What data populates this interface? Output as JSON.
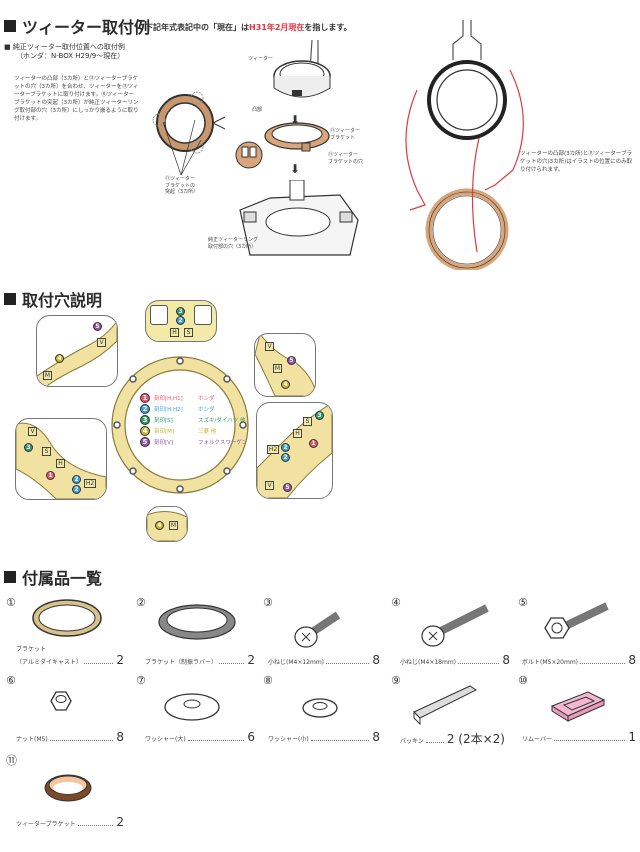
{
  "section1": {
    "title": "ツィーター取付例",
    "note_prefix": "下記年式表記中の「現在」は",
    "note_highlight": "H31年2月現在",
    "note_suffix": "を指します。",
    "subheading_line1": "■ 純正ツィーター取付位置への取付例",
    "subheading_line2": "（ホンダ：N-BOX H29/9〜現在）",
    "description": "ツィーターの凸部（3カ所）と⑪ツィーターブラケットの穴（3カ所）を合わせ、ツィーターを⑪ツィーターブラケットに取り付けます。⑪ツィーターブラケットの突起（3カ所）が純正ツィーターリング取付部の穴（3カ所）にしっかり嵌るように取り付けます。",
    "labels": {
      "tweeter": "ツィーター",
      "convex": "凸部",
      "bracket": "⑪ツィーター\nブラケット",
      "bracket_hole": "⑪ツィーター\nブラケットの穴",
      "bracket_protrusion": "⑪ツィーター\nブラケットの\n突起（3カ所）",
      "ring_hole": "純正ツィーターリング\n取付部の穴（3カ所）"
    },
    "right_note": "ツィーターの凸部(3カ所)と⑪ツィーターブラケットの穴(3カ所)はイラストの位置にのみ取り付けられます。",
    "colors": {
      "highlight": "#e8313e",
      "bracket": "#d9a57a",
      "arrow": "#e03a3a"
    }
  },
  "section2": {
    "title": "取付穴説明",
    "legend": [
      {
        "num": "1",
        "code": "刻印[H,H1]",
        "maker": "ホンダ",
        "color": "#e8566b"
      },
      {
        "num": "2",
        "code": "刻印[H,H2]",
        "maker": "ホンダ",
        "color": "#3aa0d8"
      },
      {
        "num": "3",
        "code": "刻印[S]",
        "maker": "スズキ/ダイハツ 他",
        "color": "#2f9a6a"
      },
      {
        "num": "4",
        "code": "刻印[M]",
        "maker": "三菱 他",
        "color": "#c9b52a"
      },
      {
        "num": "5",
        "code": "刻印[V]",
        "maker": "フォルクスワーゲン",
        "color": "#9a4fb0"
      }
    ],
    "stamps": {
      "H": "H",
      "S": "S",
      "V": "V",
      "M": "M",
      "H2": "H2"
    },
    "colors": {
      "ring": "#f1e2a2",
      "ring_stroke": "#8a7a3a"
    }
  },
  "section3": {
    "title": "付属品一覧",
    "items": [
      {
        "num": "①",
        "name_line1": "ブラケット",
        "name_line2": "（アルミダイキャスト）",
        "qty": "2"
      },
      {
        "num": "②",
        "name_line1": "ブラケット（制振ラバー）",
        "qty": "2"
      },
      {
        "num": "③",
        "name_line1": "小ねじ(M4×12mm)",
        "qty": "8"
      },
      {
        "num": "④",
        "name_line1": "小ねじ(M4×18mm)",
        "qty": "8"
      },
      {
        "num": "⑤",
        "name_line1": "ボルト(M5×20mm)",
        "qty": "8"
      },
      {
        "num": "⑥",
        "name_line1": "ナット(M5)",
        "qty": "8"
      },
      {
        "num": "⑦",
        "name_line1": "ワッシャー(大)",
        "qty": "6"
      },
      {
        "num": "⑧",
        "name_line1": "ワッシャー(小)",
        "qty": "8"
      },
      {
        "num": "⑨",
        "name_line1": "パッキン",
        "qty": "2 (2本×2)"
      },
      {
        "num": "⑩",
        "name_line1": "リムーバー",
        "qty": "1"
      },
      {
        "num": "⑪",
        "name_line1": "ツィーターブラケット",
        "qty": "2"
      }
    ]
  }
}
